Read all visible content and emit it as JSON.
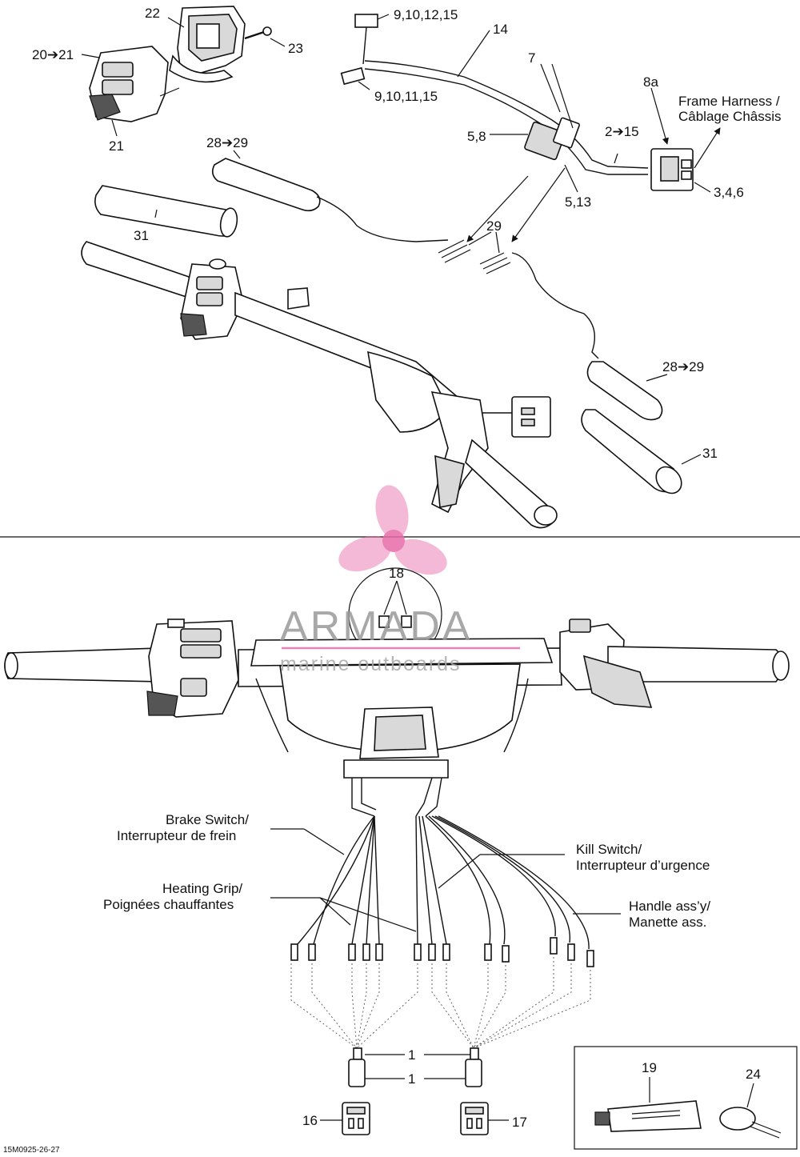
{
  "diagram_id": "15M0925-26-27",
  "watermark": {
    "name": "ARMADA",
    "tagline": "marine outboards",
    "accent_color": "#e86aa8"
  },
  "callouts": {
    "c22": "22",
    "c23": "23",
    "c20_21": "20➔21",
    "c21": "21",
    "c9_10_12_15": "9,10,12,15",
    "c9_10_11_15": "9,10,11,15",
    "c14": "14",
    "c7": "7",
    "c8a": "8a",
    "c5_8": "5,8",
    "c2_15": "2➔15",
    "c5_13": "5,13",
    "c3_4_6": "3,4,6",
    "c28_29_top": "28➔29",
    "c31_top": "31",
    "c29": "29",
    "c28_29_right": "28➔29",
    "c31_right": "31",
    "c18": "18",
    "c1_a": "1",
    "c1_b": "1",
    "c16": "16",
    "c17": "17",
    "c19": "19",
    "c24": "24"
  },
  "labels": {
    "frame_harness_en": "Frame Harness /",
    "frame_harness_fr": "Câblage Châssis",
    "brake_switch_en": "Brake Switch/",
    "brake_switch_fr": "Interrupteur de frein",
    "kill_switch_en": "Kill Switch/",
    "kill_switch_fr": "Interrupteur d’urgence",
    "heating_grip_en": "Heating Grip/",
    "heating_grip_fr": "Poignées chauffantes",
    "handle_assy_en": "Handle ass’y/",
    "handle_assy_fr": "Manette ass."
  }
}
